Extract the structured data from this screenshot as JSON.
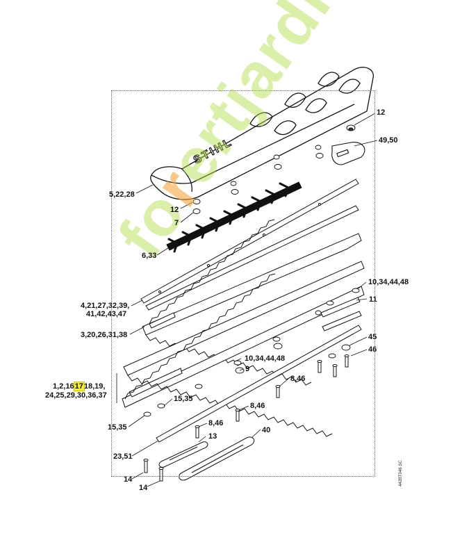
{
  "watermark": {
    "text_a": "fo",
    "text_o": "r",
    "text_b": "ertjardin.com"
  },
  "brand": "STIHL",
  "drawing_code": "442BT046 SC",
  "callouts": {
    "c12a": "12",
    "c4950": "49,50",
    "c52228": "5,22,28",
    "c12b": "12",
    "c7": "7",
    "c633": "6,33",
    "c10a": "10,34,44,48",
    "c4a": "4,21,27,32,39,",
    "c4b": "41,42,43,47",
    "c11": "11",
    "c3": "3,20,26,31,38",
    "c45": "45",
    "c46": "46",
    "c10b": "10,34,44,48",
    "c9": "9",
    "c846a": "8,46",
    "c1_pre": "1,2,16",
    "c1_hl": "17",
    "c1_post": "18,19,",
    "c1b": "24,25,29,30,36,37",
    "c1535a": "15,35",
    "c846b": "8,46",
    "c1535b": "15,35",
    "c846c": "8,46",
    "c40": "40",
    "c13": "13",
    "c2351": "23,51",
    "c14a": "14",
    "c14b": "14"
  }
}
